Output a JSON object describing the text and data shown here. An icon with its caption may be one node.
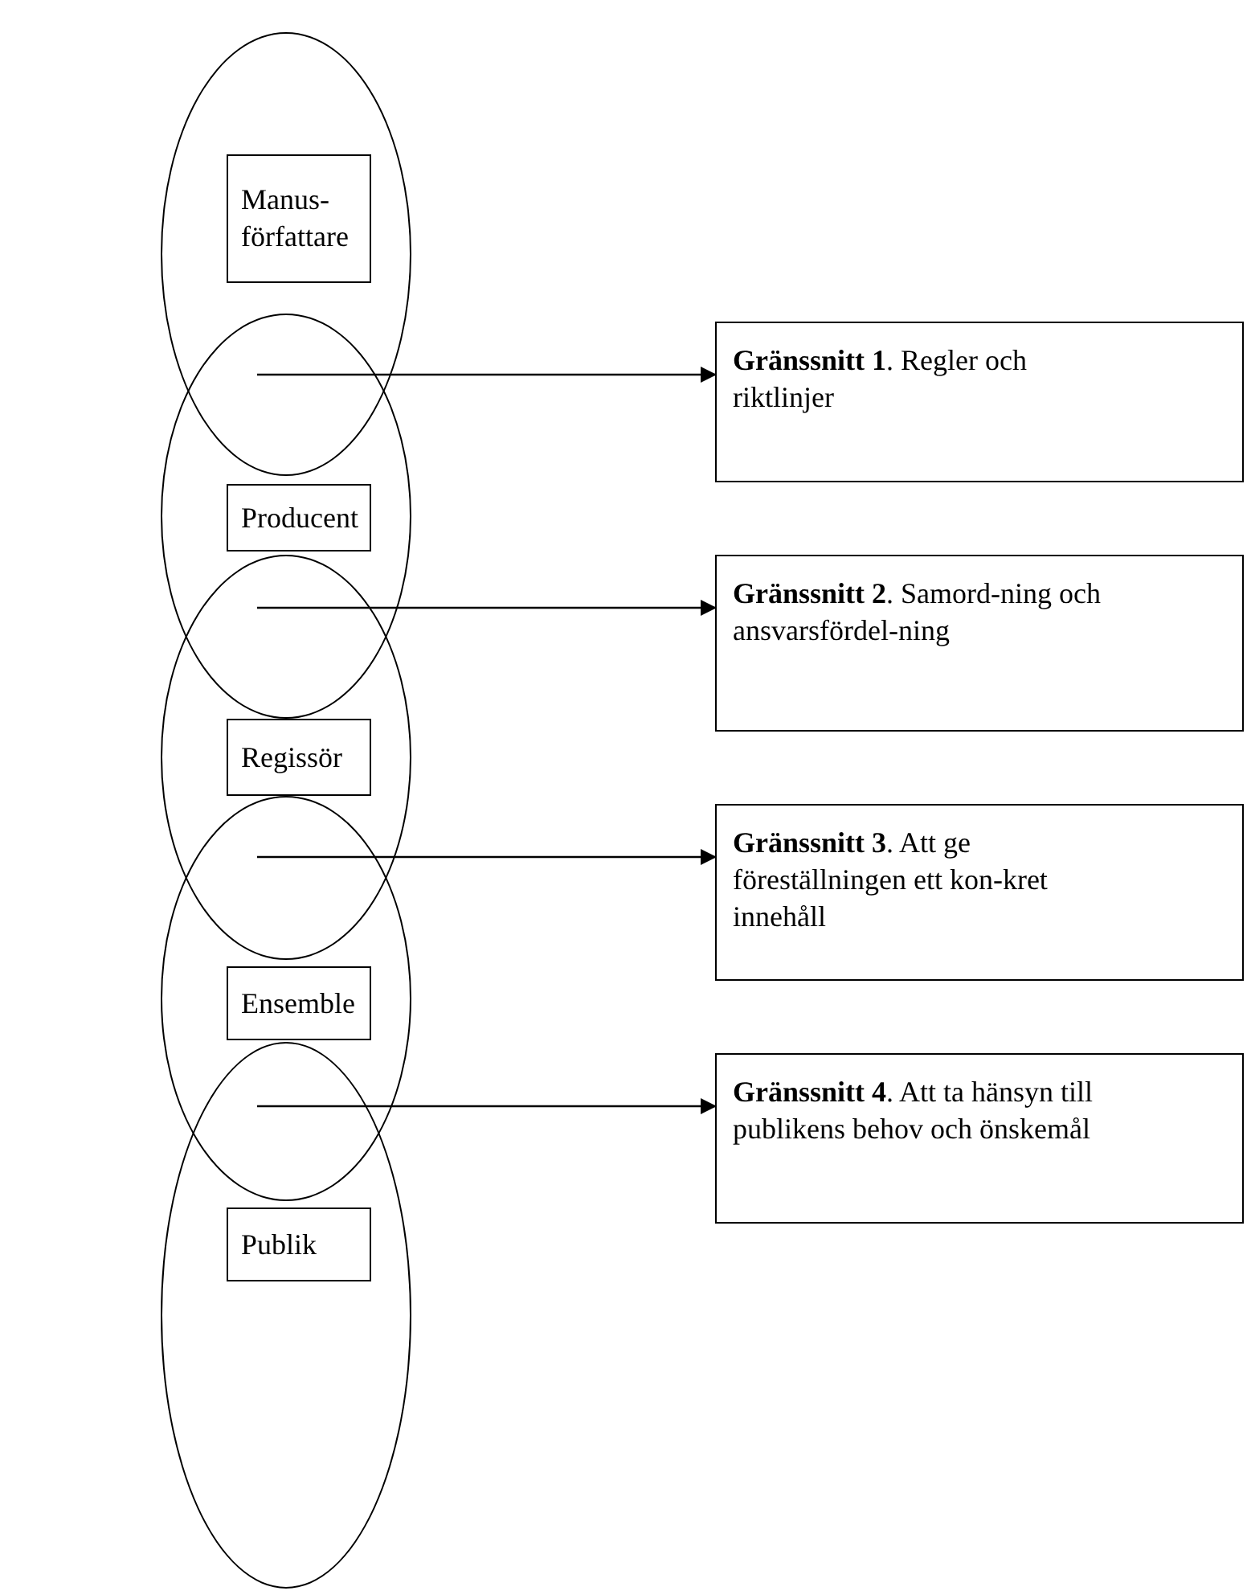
{
  "diagram": {
    "nodes": [
      {
        "text": [],
        "shape": "ellipse"
      },
      {
        "text": [
          "Manus-författare"
        ],
        "in": 0
      },
      {
        "text": [],
        "shape": "ellipse"
      },
      {
        "text": [
          "Producent"
        ],
        "in": 2
      },
      {
        "text": [],
        "shape": "ellipse"
      },
      {
        "text": [
          "Regissör"
        ],
        "in": 4
      },
      {
        "text": [],
        "shape": "ellipse"
      },
      {
        "text": [
          "Ensemble"
        ],
        "in": 6
      },
      {
        "text": [],
        "shape": "ellipse"
      },
      {
        "text": [
          "Publik"
        ],
        "in": 8
      },
      {
        "text": [
          "**Gränssnitt 1**. Regler och riktlinjer"
        ]
      },
      {
        "text": [
          "**Gränssnitt 2**. Samord-ning och ansvarsfördel-ning"
        ]
      },
      {
        "text": [
          "**Gränssnitt 3**. Att ge föreställningen ett kon-kret innehåll"
        ]
      },
      {
        "text": [
          "**Gränssnitt 4**. Att ta hänsyn till publikens behov och önskemål"
        ]
      }
    ],
    "edges": [
      {
        "from": null,
        "to": 10,
        "arrow": "to"
      },
      {
        "from": null,
        "to": 11,
        "arrow": "to"
      },
      {
        "from": null,
        "to": 12,
        "arrow": "to"
      },
      {
        "from": null,
        "to": 13,
        "arrow": "to"
      }
    ]
  }
}
